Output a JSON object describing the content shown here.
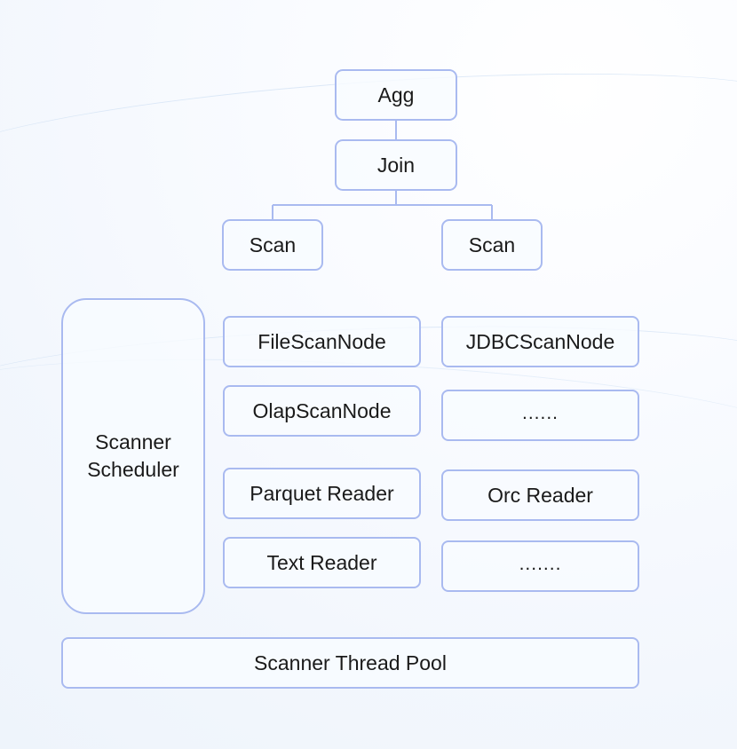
{
  "query_plan": {
    "agg": "Agg",
    "join": "Join",
    "scan_left": "Scan",
    "scan_right": "Scan"
  },
  "scanner_scheduler": {
    "line1": "Scanner",
    "line2": "Scheduler"
  },
  "scan_nodes": {
    "file": "FileScanNode",
    "jdbc": "JDBCScanNode",
    "olap": "OlapScanNode",
    "more": "......"
  },
  "readers": {
    "parquet": "Parquet Reader",
    "orc": "Orc Reader",
    "text": "Text Reader",
    "more": "......."
  },
  "thread_pool": "Scanner Thread Pool",
  "colors": {
    "border": "#a9baf0",
    "connector": "#a9baf0",
    "text": "#1a1a1a",
    "background": "#f7faff"
  }
}
